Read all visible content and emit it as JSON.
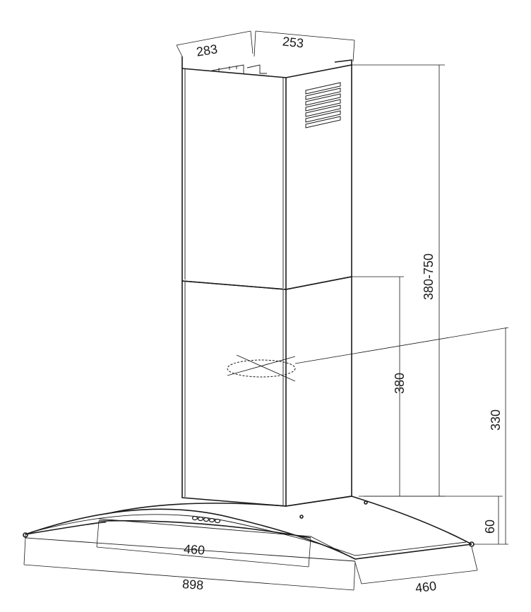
{
  "dimensions": {
    "chimney_side_depth": "283",
    "chimney_front_width": "253",
    "chimney_height_range": "380-750",
    "lower_chimney_height": "380",
    "outlet_center_height": "330",
    "canopy_height": "60",
    "canopy_front_inner_width": "460",
    "canopy_total_width": "898",
    "canopy_side_depth": "460"
  },
  "colors": {
    "line": "#1a1a1a",
    "background": "#ffffff"
  }
}
